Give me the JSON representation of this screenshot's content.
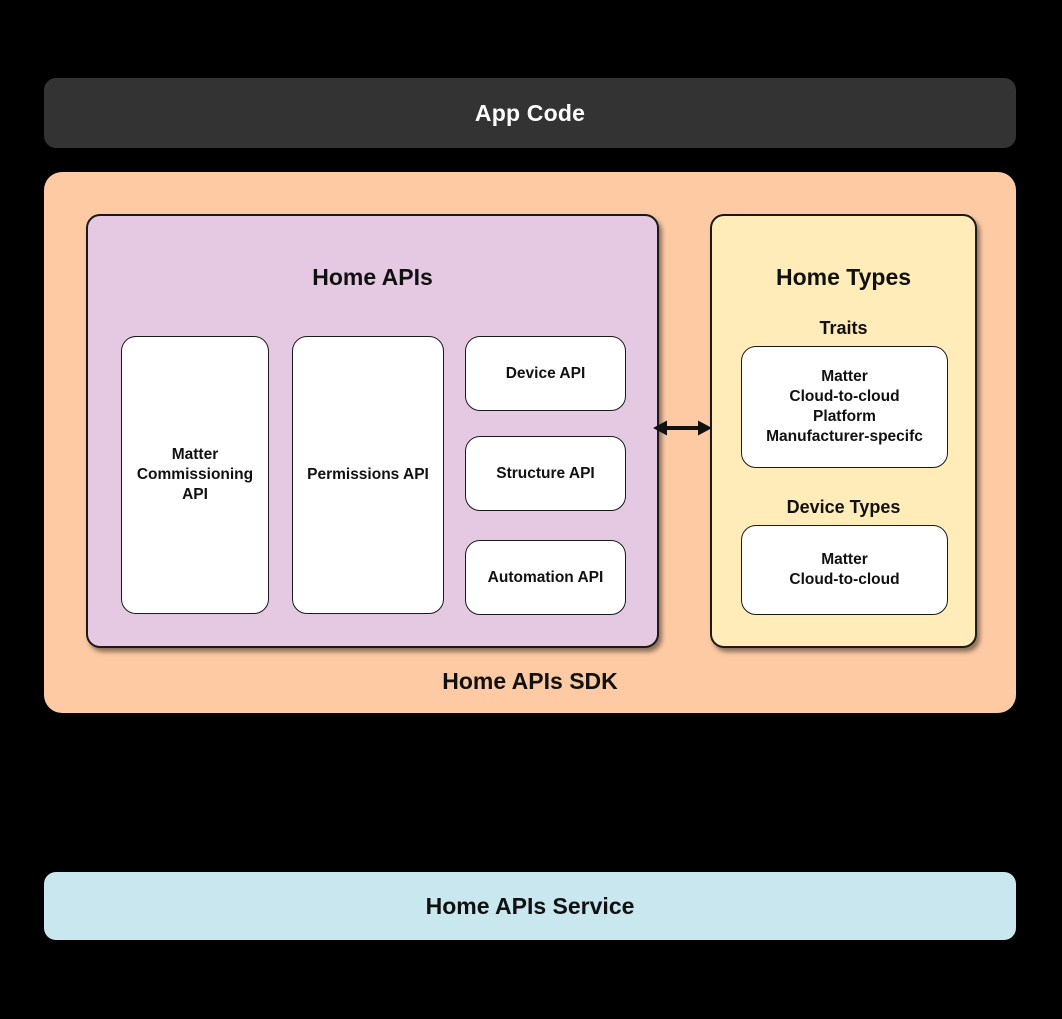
{
  "app_code_bar": {
    "label": "App Code"
  },
  "sdk_container": {
    "label": "Home APIs SDK",
    "home_apis_group": {
      "title": "Home APIs",
      "matter_commissioning_box": "Matter\nCommissioning\nAPI",
      "permissions_box": "Permissions API",
      "device_box": "Device API",
      "structure_box": "Structure API",
      "automation_box": "Automation API"
    },
    "connector": {
      "icon": "bidirectional-arrow"
    },
    "home_types_group": {
      "title": "Home Types",
      "traits_heading": "Traits",
      "traits_box": "Matter\nCloud-to-cloud\nPlatform\nManufacturer-specifc",
      "device_types_heading": "Device Types",
      "device_types_box": "Matter\nCloud-to-cloud"
    }
  },
  "service_bar": {
    "label": "Home APIs Service"
  },
  "colors": {
    "background": "#000000",
    "app_code_bar": "#333333",
    "sdk_container": "#FECAA4",
    "home_apis_group": "#E5C9E3",
    "home_types_group": "#FFECB8",
    "service_bar": "#C9E7EF",
    "leaf_box_fill": "#FFFFFF",
    "border": "#1A1A1A",
    "text_dark": "#111111",
    "text_light": "#FFFFFF"
  }
}
